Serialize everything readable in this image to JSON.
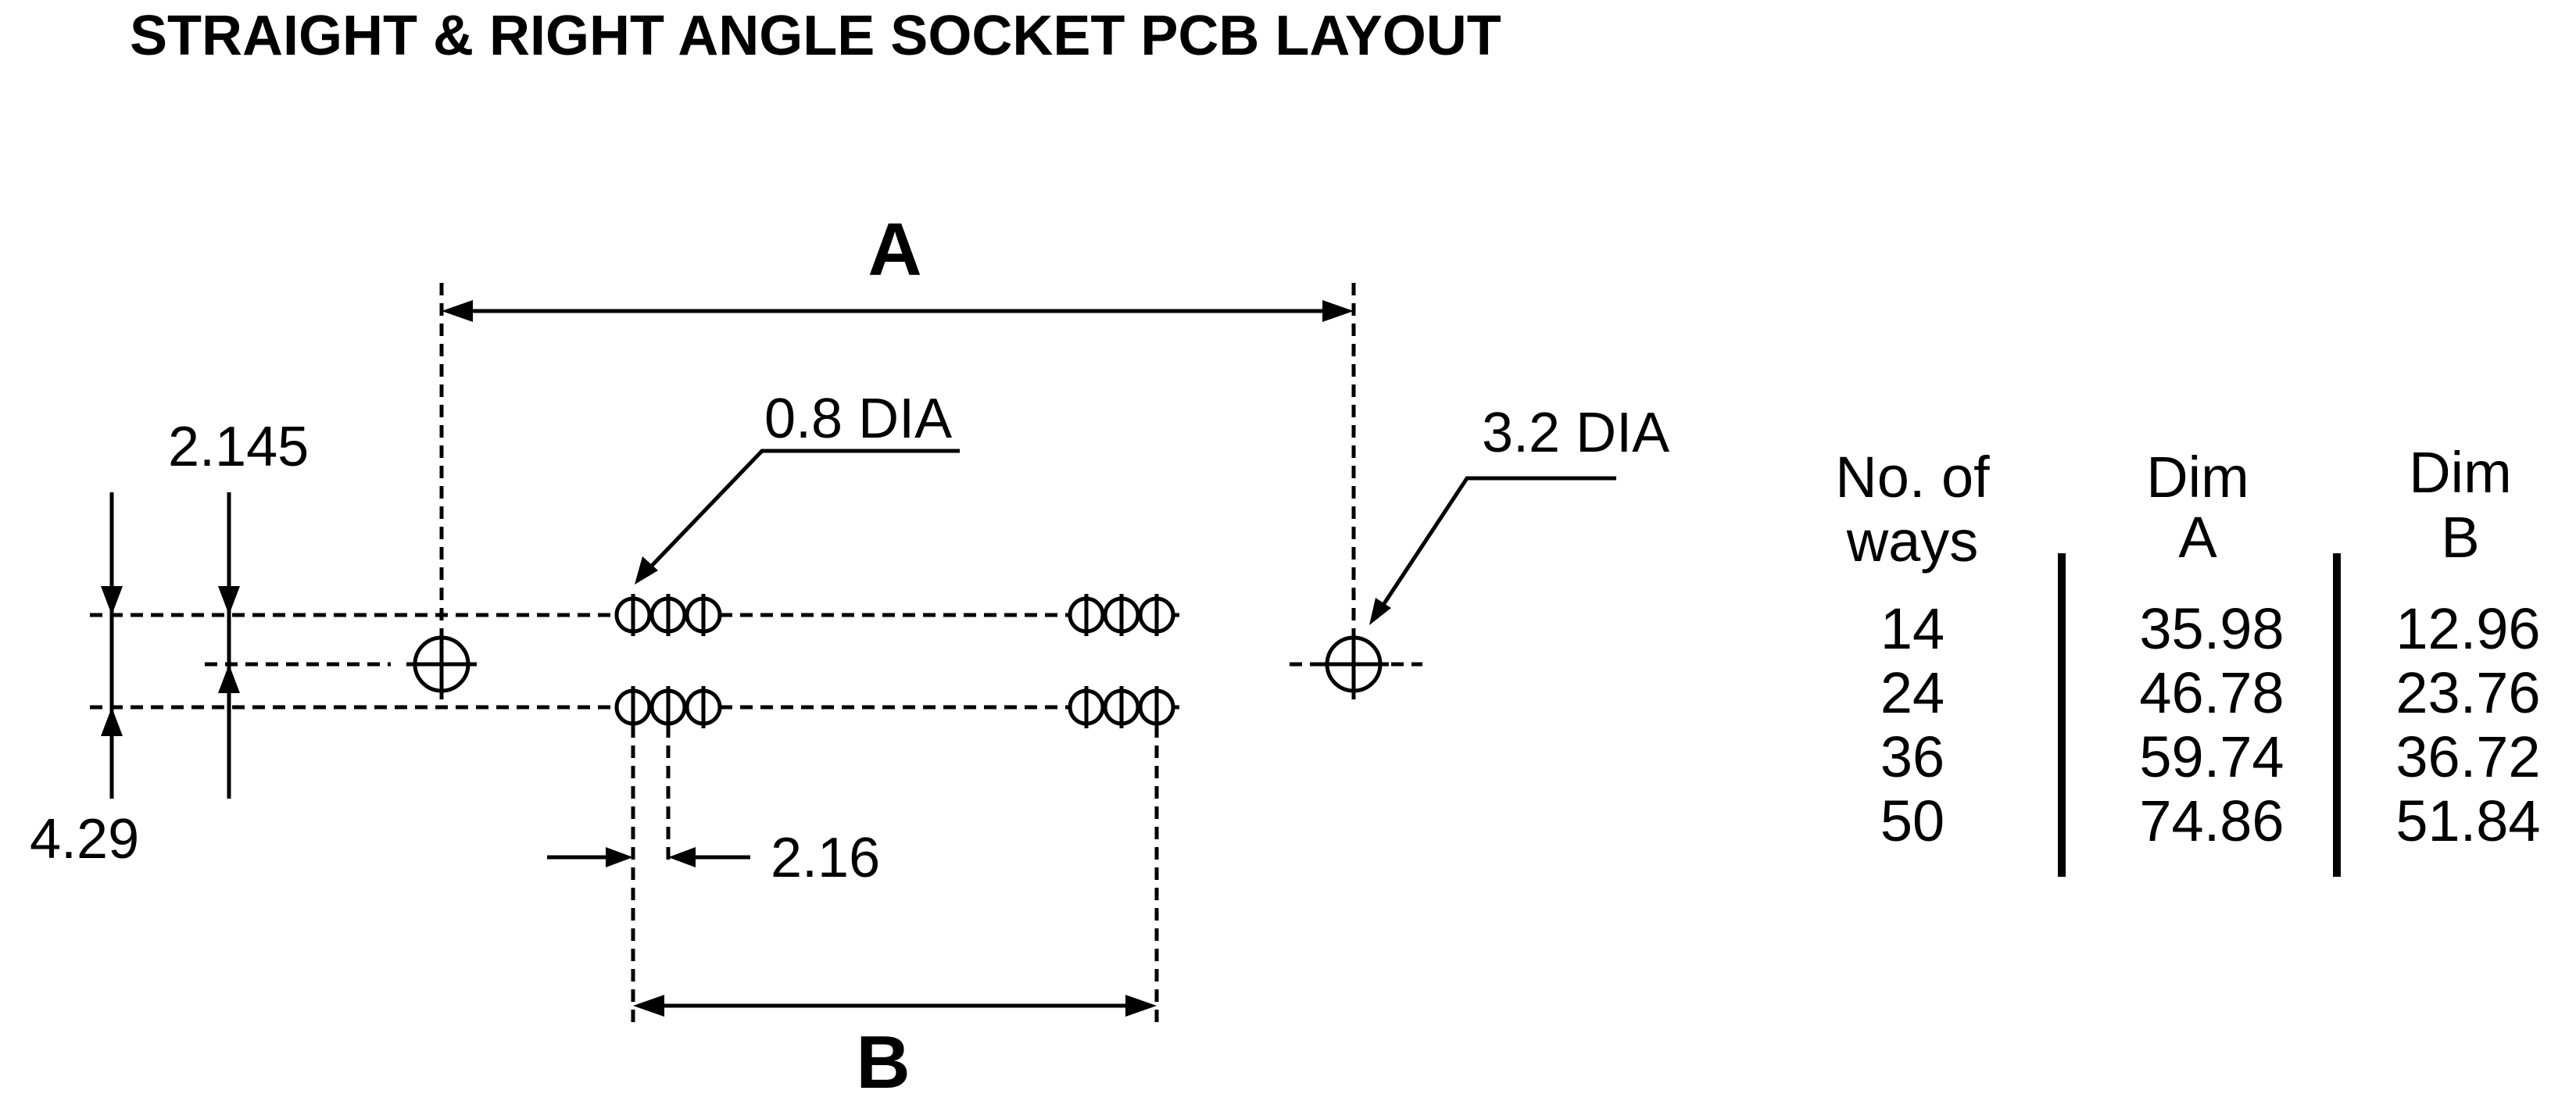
{
  "title": "STRAIGHT & RIGHT ANGLE SOCKET PCB LAYOUT",
  "diagram": {
    "dim_a_label": "A",
    "dim_b_label": "B",
    "small_hole_label": "0.8 DIA",
    "large_hole_label": "3.2 DIA",
    "half_row_spacing": "2.145",
    "row_spacing": "4.29",
    "pin_pitch": "2.16"
  },
  "table": {
    "headers": [
      [
        "No. of",
        "ways"
      ],
      [
        "Dim",
        "A"
      ],
      [
        "Dim",
        "B"
      ]
    ],
    "rows": [
      [
        "14",
        "35.98",
        "12.96"
      ],
      [
        "24",
        "46.78",
        "23.76"
      ],
      [
        "36",
        "59.74",
        "36.72"
      ],
      [
        "50",
        "74.86",
        "51.84"
      ]
    ]
  }
}
